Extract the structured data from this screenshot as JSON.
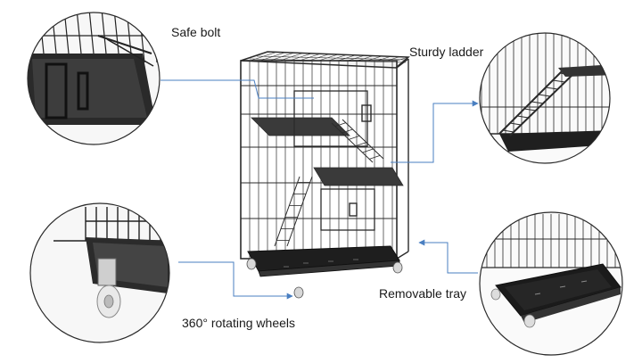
{
  "labels": {
    "safe_bolt": "Safe bolt",
    "sturdy_ladder": "Sturdy ladder",
    "removable_tray": "Removable tray",
    "rotating_wheels": "360° rotating wheels"
  },
  "colors": {
    "background": "#ffffff",
    "wire": "#2b2b2b",
    "tray": "#1e1e1e",
    "callout_line": "#4a7fc1",
    "circle_border": "#2a2a2a",
    "text": "#1a1a1a"
  }
}
